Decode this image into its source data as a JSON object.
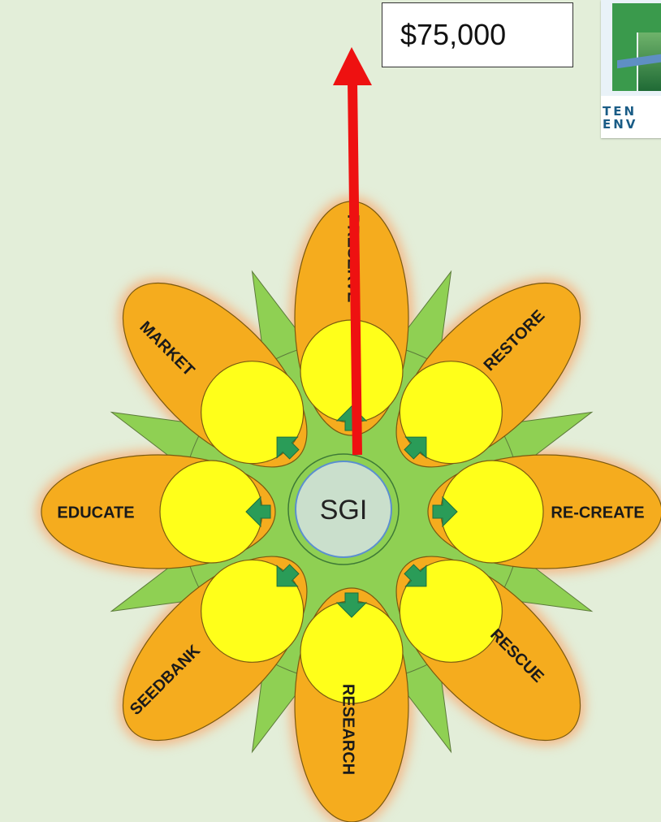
{
  "amount": "$75,000",
  "center": "SGI",
  "petals": {
    "preserve": "PRESERVE",
    "restore": "RESTORE",
    "recreate": "RE-CREATE",
    "rescue": "RESCUE",
    "research": "RESEARCH",
    "seedbank": "SEEDBANK",
    "educate": "EDUCATE",
    "market": "MARKET"
  },
  "logo": {
    "line1": "TEN",
    "line2": "ENV"
  },
  "colors": {
    "background": "#e3eed9",
    "petal_orange": "#f5ac1e",
    "petal_glow": "#f4b785",
    "inner_yellow": "#ffff1a",
    "leaf_green": "#8fd053",
    "arrow_green": "#2a9c58",
    "center_fill": "#cadfcc",
    "growth_arrow": "#ee1111"
  }
}
